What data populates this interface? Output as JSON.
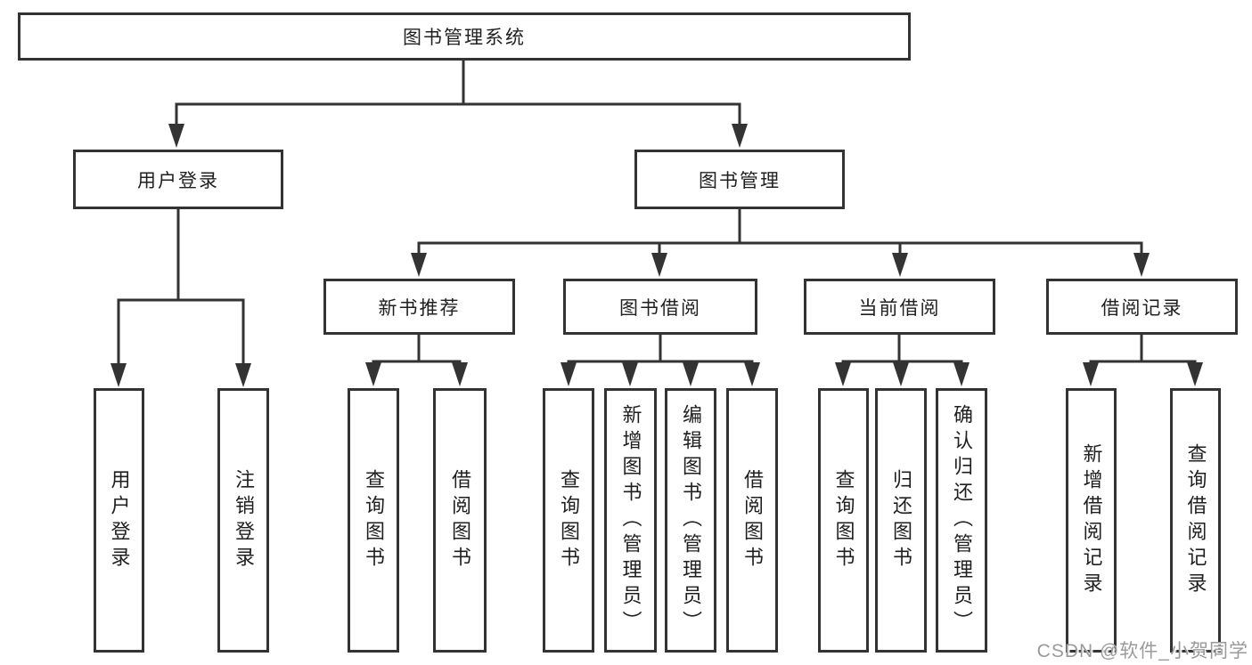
{
  "tree": {
    "label": "图书管理系统",
    "children": [
      {
        "label": "用户登录",
        "children": [
          {
            "label": "用户登录"
          },
          {
            "label": "注销登录"
          }
        ]
      },
      {
        "label": "图书管理",
        "children": [
          {
            "label": "新书推荐",
            "children": [
              {
                "label": "查询图书"
              },
              {
                "label": "借阅图书"
              }
            ]
          },
          {
            "label": "图书借阅",
            "children": [
              {
                "label": "查询图书"
              },
              {
                "label": "新增图书（管理员）"
              },
              {
                "label": "编辑图书（管理员）"
              },
              {
                "label": "借阅图书"
              }
            ]
          },
          {
            "label": "当前借阅",
            "children": [
              {
                "label": "查询图书"
              },
              {
                "label": "归还图书"
              },
              {
                "label": "确认归还（管理员）"
              }
            ]
          },
          {
            "label": "借阅记录",
            "children": [
              {
                "label": "新增借阅记录"
              },
              {
                "label": "查询借阅记录"
              }
            ]
          }
        ]
      }
    ]
  },
  "watermark": {
    "text": "CSDN @软件_小贺同学",
    "color": "#9a9a9a"
  },
  "colors": {
    "line": "#333333",
    "text": "#1f1f1f",
    "background": "#ffffff"
  }
}
